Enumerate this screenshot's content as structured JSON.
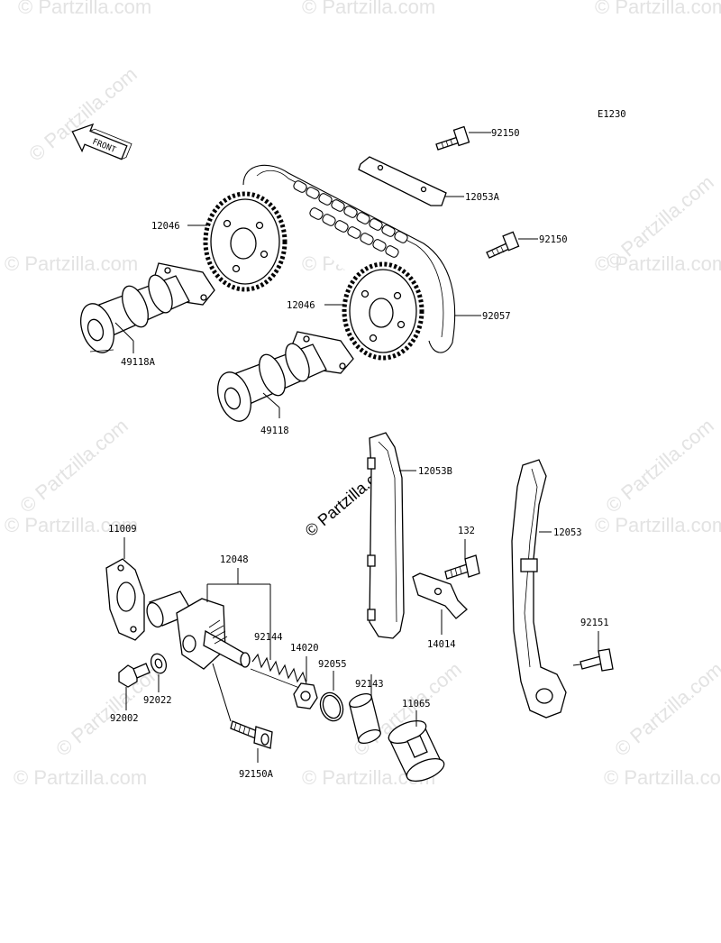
{
  "diagram_code": "E1230",
  "front_label": "FRONT",
  "watermark_text": "© Partzilla.com",
  "colors": {
    "lines": "#000000",
    "watermark": "#e3e3e3",
    "background": "#ffffff"
  },
  "labels": {
    "p92150_top": "92150",
    "p12053A": "12053A",
    "p12046_top": "12046",
    "p92150_mid": "92150",
    "p12046_mid": "12046",
    "p92057": "92057",
    "p49118A": "49118A",
    "p49118": "49118",
    "p12053B": "12053B",
    "p132": "132",
    "p12053": "12053",
    "p14014": "14014",
    "p92151": "92151",
    "p11009": "11009",
    "p12048": "12048",
    "p92144": "92144",
    "p14020": "14020",
    "p92055": "92055",
    "p92143": "92143",
    "p11065": "11065",
    "p92022": "92022",
    "p92002": "92002",
    "p92150A": "92150A"
  }
}
